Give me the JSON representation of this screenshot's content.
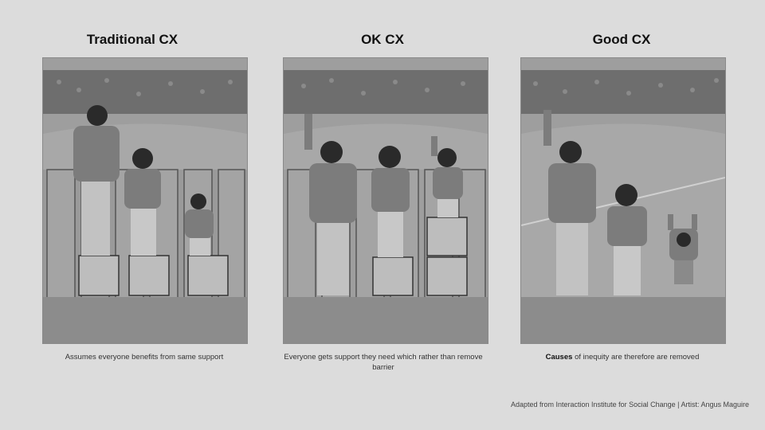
{
  "panels": [
    {
      "title": "Traditional CX",
      "caption": "Assumes everyone benefits from same support",
      "caption_bold": ""
    },
    {
      "title": "OK CX",
      "caption": "Everyone gets support they need which rather than remove barrier",
      "caption_bold": ""
    },
    {
      "title": "Good CX",
      "caption_bold": "Causes",
      "caption": "of inequity are therefore are removed"
    }
  ],
  "credit": "Adapted from Interaction Institute for Social Change | Artist: Angus Maguire",
  "colors": {
    "background": "#dcdcdc",
    "panel": "#9a9a9a",
    "crowd": "#6e6e6e",
    "field": "#a8a8a8",
    "figure_dark": "#2a2a2a",
    "figure_shirt": "#7c7c7c"
  }
}
